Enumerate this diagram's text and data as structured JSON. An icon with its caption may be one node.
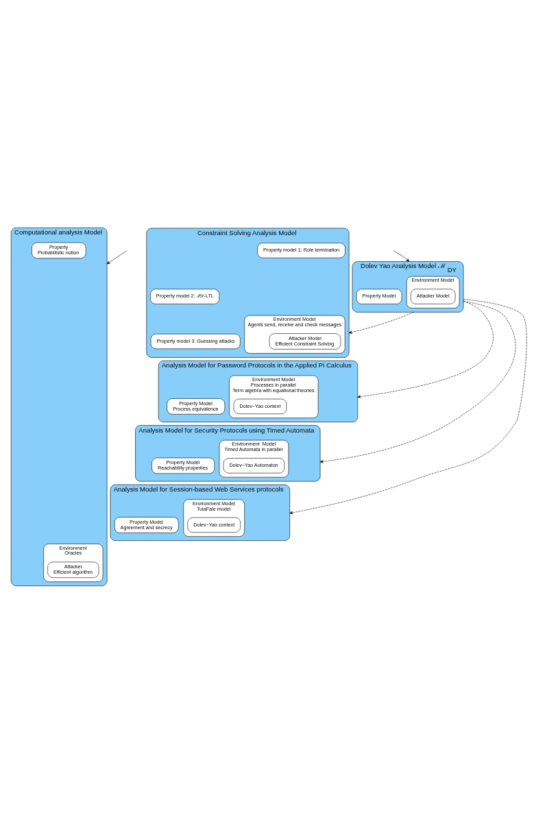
{
  "diagram": {
    "nodes": [
      {
        "text": [
          "Dolev Yao Analysis Model ℳ$_{DY}$"
        ]
      },
      {
        "text": [
          "Environment Model"
        ],
        "in": 0
      },
      {
        "text": [
          "Attacker Model"
        ],
        "in": 1
      },
      {
        "text": [
          "Property Model"
        ],
        "in": 0
      },
      {
        "text": [
          "Constraint Solving Analysis Model"
        ]
      },
      {
        "text": [
          "Environment Model",
          "Agents send, receive and check messages"
        ],
        "in": 4
      },
      {
        "text": [
          "Attacker Model",
          "Efficient Constraint Solving"
        ],
        "in": 5
      },
      {
        "text": [
          "Property model 1: Role termination"
        ],
        "in": 4
      },
      {
        "text": [
          "Property model 2: 𝒫𝒮-LTL"
        ],
        "in": 4
      },
      {
        "text": [
          "Property model 3: Guessing attacks"
        ],
        "in": 4
      },
      {
        "text": [
          "Analysis Model for Password Protocols in the Applied Pi Calculus"
        ]
      },
      {
        "text": [
          "Environment Model",
          "Processes in parallel",
          "Term algebra with equational theories"
        ],
        "in": 10
      },
      {
        "text": [
          "Dolev−Yao context"
        ],
        "in": 11
      },
      {
        "text": [
          "Property Model",
          "Process equivalence"
        ],
        "in": 10
      },
      {
        "text": [
          "Analysis Model for Security Protocols using Timed Automata"
        ]
      },
      {
        "text": [
          "Environment  Model",
          "Timed Automata in parallel"
        ],
        "in": 14
      },
      {
        "text": [
          "Dolev−Yao Automaton"
        ],
        "in": 15
      },
      {
        "text": [
          "Property Model",
          "Reachability properties"
        ],
        "in": 14
      },
      {
        "text": [
          "Analysis Model for Session-based Web Services protocols"
        ]
      },
      {
        "text": [
          "Environment Model",
          "TulaFale model"
        ],
        "in": 18
      },
      {
        "text": [
          "Dolev−Yao context"
        ],
        "in": 19
      },
      {
        "text": [
          "Property Model",
          "Agreement and secrecy"
        ],
        "in": 18
      },
      {
        "text": [
          "Computational analysis Model"
        ]
      },
      {
        "text": [
          "Environment",
          "Oracles"
        ],
        "in": 22
      },
      {
        "text": [
          "Attacker",
          "Efficient algorithm"
        ],
        "in": 23
      },
      {
        "text": [
          "Property",
          "Probabilistic notion"
        ],
        "in": 22
      }
    ],
    "edges": [
      {
        "from": 0,
        "to": 14,
        "arrow": "to",
        "style": "dashed"
      },
      {
        "from": 0,
        "to": 4,
        "arrow": "to",
        "style": "dashed"
      },
      {
        "from": 0,
        "to": 18,
        "arrow": "to",
        "style": "dashed"
      },
      {
        "from": 0,
        "to": 10,
        "arrow": "to",
        "style": "dashed"
      },
      {
        "from": null,
        "to": 0,
        "arrow": "to"
      },
      {
        "from": null,
        "to": 22,
        "arrow": "to"
      }
    ]
  }
}
